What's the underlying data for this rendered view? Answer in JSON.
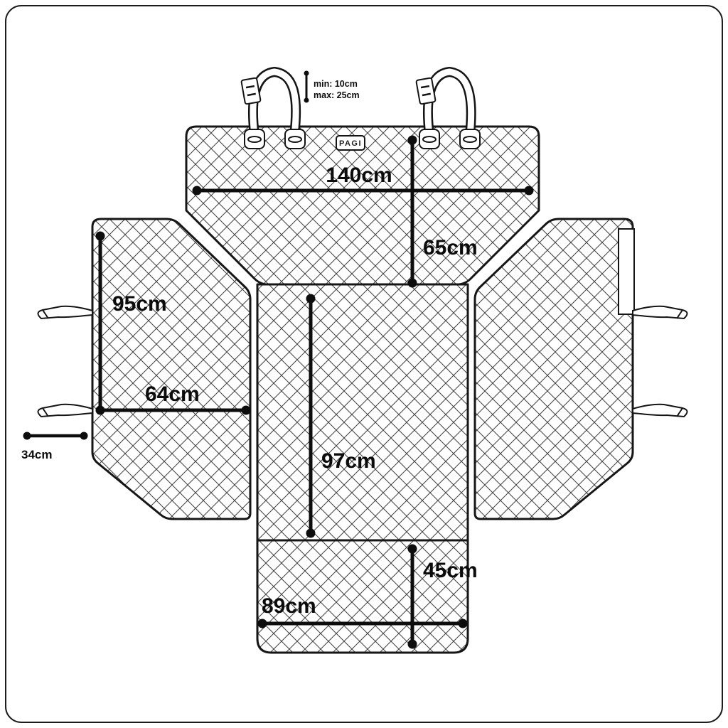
{
  "page": {
    "background_color": "#ffffff",
    "border_color": "#1c1c1c",
    "ink_color": "#0d0d0d"
  },
  "diagram": {
    "logo": "PAGI",
    "strap_note": {
      "line1": "min: 10cm",
      "line2": "max: 25cm"
    },
    "dims": {
      "top_width": "140cm",
      "top_height": "65cm",
      "side_height": "95cm",
      "side_width": "64cm",
      "center_height": "97cm",
      "bottom_height": "45cm",
      "bottom_width": "89cm",
      "strap_length": "34cm"
    }
  }
}
